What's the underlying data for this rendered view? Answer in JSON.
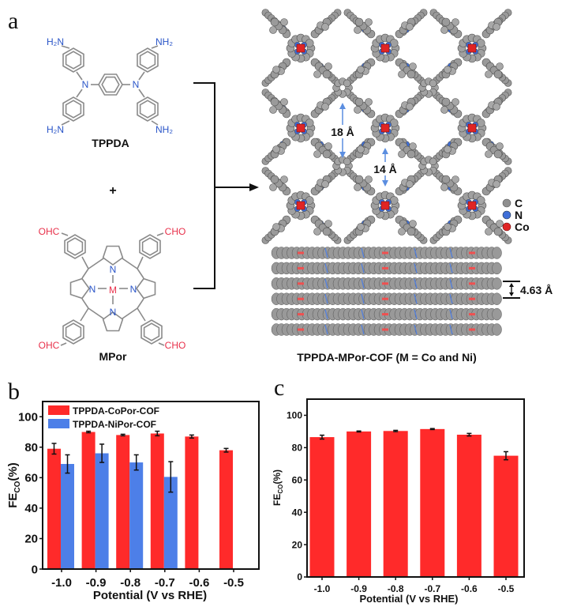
{
  "panel_labels": {
    "a": "a",
    "b": "b",
    "c": "c"
  },
  "scheme": {
    "tppda": {
      "amine_left": "H₂N",
      "amine_right": "NH₂",
      "nitrogen": "N",
      "name": "TPPDA"
    },
    "plus": "+",
    "mpor": {
      "aldehyde_left": "OHC",
      "aldehyde_right": "CHO",
      "metal": "M",
      "nitrogen": "N",
      "name": "MPor"
    }
  },
  "cof": {
    "pore_large": "18 Å",
    "pore_small": "14 Å",
    "interlayer_distance": "4.63 Å",
    "legend": [
      {
        "label": "C",
        "color": "#8f8f8f"
      },
      {
        "label": "N",
        "color": "#3f6fd8"
      },
      {
        "label": "Co",
        "color": "#e02424"
      }
    ],
    "caption": "TPPDA-MPor-COF (M = Co and Ni)"
  },
  "colors": {
    "red": "#ff2a2a",
    "blue": "#4d7fe8",
    "amine_blue": "#2a55c8",
    "aldehyde_red": "#e8304a"
  },
  "chart_data": [
    {
      "type": "bar",
      "panel": "b",
      "xlabel": "Potential (V vs RHE)",
      "ylabel": {
        "main": "FE",
        "sub": "CO",
        "unit": "(%)"
      },
      "categories": [
        "-1.0",
        "-0.9",
        "-0.8",
        "-0.7",
        "-0.6",
        "-0.5"
      ],
      "ylim": [
        0,
        110
      ],
      "yticks": [
        "0",
        "20",
        "40",
        "60",
        "80",
        "100"
      ],
      "legend_position": "top-left",
      "series": [
        {
          "name": "TPPDA-CoPor-COF",
          "color": "#ff2a2a",
          "values": [
            79,
            90,
            88,
            89,
            87,
            78
          ],
          "errors": [
            3.5,
            0.5,
            0.5,
            1.5,
            1,
            1.2
          ]
        },
        {
          "name": "TPPDA-NiPor-COF",
          "color": "#4d7fe8",
          "values": [
            69,
            76,
            70,
            60.5,
            null,
            null
          ],
          "errors": [
            6,
            6,
            5,
            10,
            null,
            null
          ]
        }
      ]
    },
    {
      "type": "bar",
      "panel": "c",
      "xlabel": "Potential (V vs RHE)",
      "ylabel": {
        "main": "FE",
        "sub": "CO",
        "unit": "(%)"
      },
      "categories": [
        "-1.0",
        "-0.9",
        "-0.8",
        "-0.7",
        "-0.6",
        "-0.5"
      ],
      "ylim": [
        0,
        110
      ],
      "yticks": [
        "0",
        "20",
        "40",
        "60",
        "80",
        "100"
      ],
      "series": [
        {
          "name": "FE_CO",
          "color": "#ff2a2a",
          "values": [
            86.5,
            90,
            90.3,
            91.5,
            88,
            75
          ],
          "errors": [
            1.2,
            0.3,
            0.4,
            0.3,
            0.8,
            2.5
          ]
        }
      ]
    }
  ]
}
